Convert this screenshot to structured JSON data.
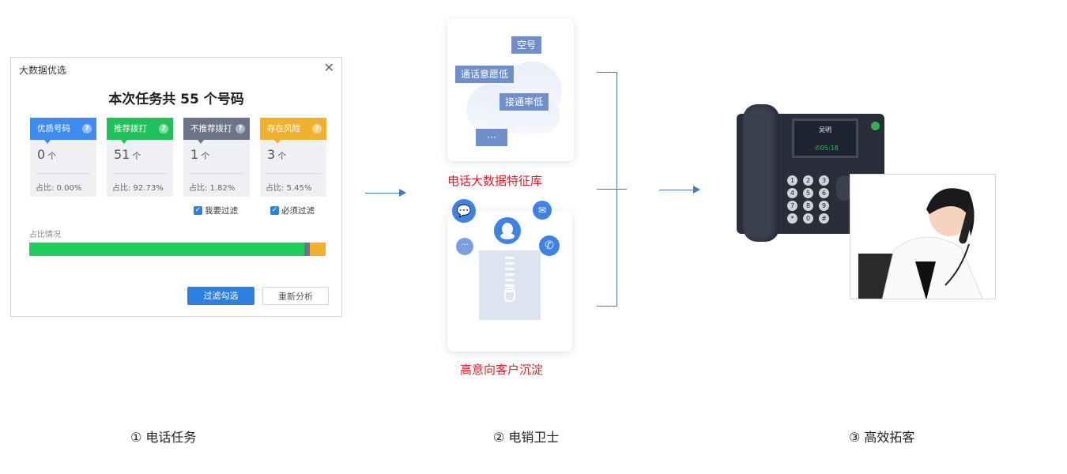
{
  "dialog": {
    "title": "大数据优选",
    "headline": "本次任务共 55 个号码",
    "cards": [
      {
        "label": "优质号码",
        "count": "0",
        "unit": "个",
        "pct": "占比: 0.00%",
        "color": "#3d8bef"
      },
      {
        "label": "推荐拨打",
        "count": "51",
        "unit": "个",
        "pct": "占比: 92.73%",
        "color": "#21c05a"
      },
      {
        "label": "不推荐拨打",
        "count": "1",
        "unit": "个",
        "pct": "占比: 1.82%",
        "color": "#6b7587"
      },
      {
        "label": "存在风险",
        "count": "3",
        "unit": "个",
        "pct": "占比: 5.45%",
        "color": "#f0b12e"
      }
    ],
    "checkboxes": [
      {
        "label": "我要过滤",
        "checked": true
      },
      {
        "label": "必须过滤",
        "checked": true
      }
    ],
    "ratio_label": "占比情况",
    "ratio_segments": [
      {
        "fraction": 0.9273,
        "color": "#1fce5f"
      },
      {
        "fraction": 0.0182,
        "color": "#6b7587"
      },
      {
        "fraction": 0.0545,
        "color": "#f0b12e"
      }
    ],
    "buttons": {
      "filter": "过滤勾选",
      "reanalyze": "重新分析"
    }
  },
  "feature_panel": {
    "tags": [
      "空号",
      "通话意愿低",
      "接通率低",
      "···"
    ],
    "caption": "电话大数据特征库"
  },
  "customer_panel": {
    "icons": [
      "wechat-icon",
      "qq-icon",
      "mail-icon",
      "chat-icon",
      "phone-icon",
      "zip-icon"
    ],
    "caption": "高意向客户沉淀"
  },
  "phone": {
    "contact_name": "吴明",
    "call_time": "05:18",
    "keys": [
      "1",
      "2",
      "3",
      "4",
      "5",
      "6",
      "7",
      "8",
      "9",
      "*",
      "0",
      "#"
    ]
  },
  "steps": [
    "① 电话任务",
    "② 电销卫士",
    "③ 高效拓客"
  ]
}
